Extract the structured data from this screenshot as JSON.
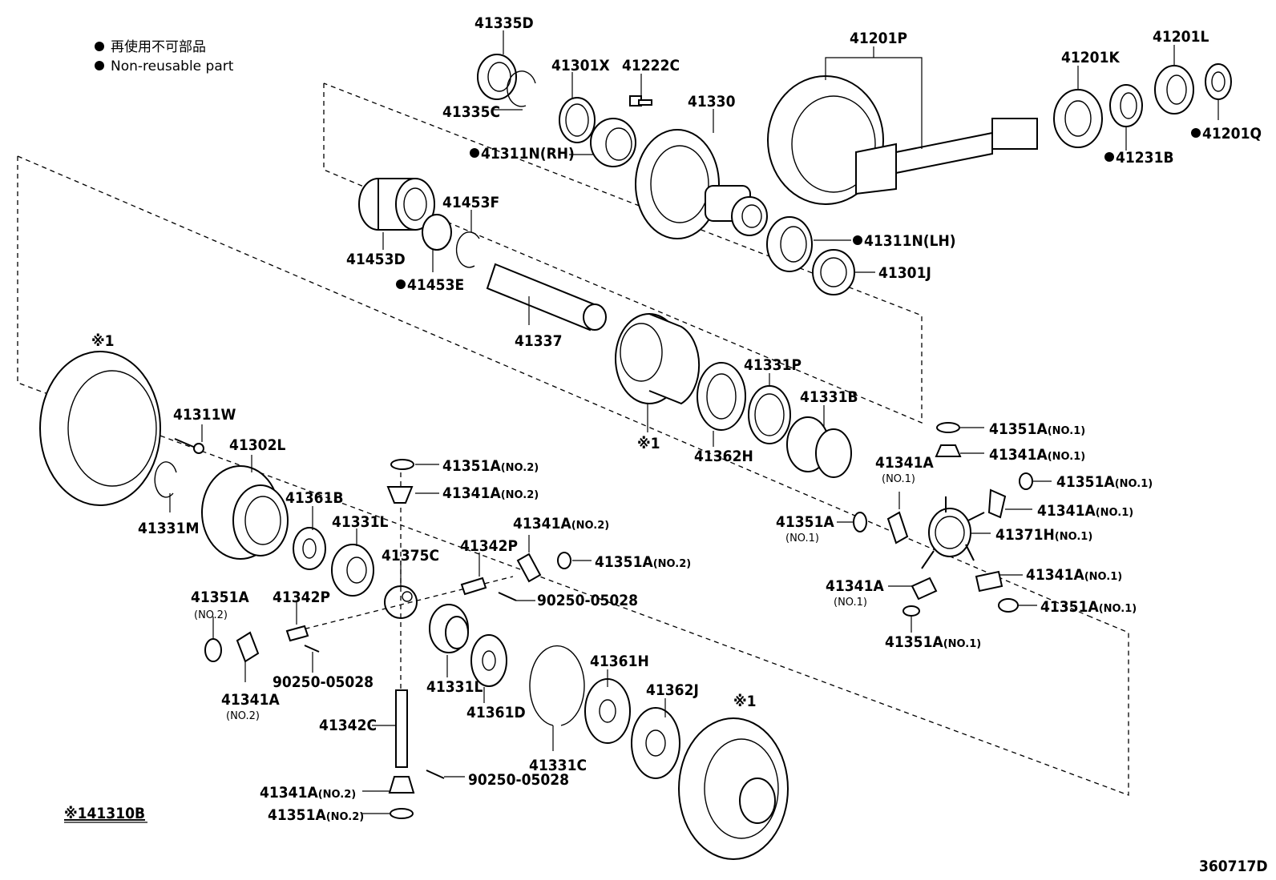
{
  "legend": {
    "line1": "再使用不可部品",
    "line2": "Non-reusable part"
  },
  "footer": {
    "assembly_note": "※141310B",
    "diagram_code": "360717D"
  },
  "ref_mark": "※1",
  "parts": {
    "p41335D": "41335D",
    "p41335C": "41335C",
    "p41301X": "41301X",
    "p41222C": "41222C",
    "p41311N_RH": "41311N(RH)",
    "p41330": "41330",
    "p41201P": "41201P",
    "p41201K": "41201K",
    "p41201L": "41201L",
    "p41201Q": "41201Q",
    "p41231B": "41231B",
    "p41453D": "41453D",
    "p41453F": "41453F",
    "p41453E": "41453E",
    "p41311N_LH": "41311N(LH)",
    "p41301J": "41301J",
    "p41337": "41337",
    "p41331P": "41331P",
    "p41331B": "41331B",
    "p41362H": "41362H",
    "p41311W": "41311W",
    "p41302L": "41302L",
    "p41331M": "41331M",
    "p41361B": "41361B",
    "p41331L_a": "41331L",
    "p41375C": "41375C",
    "p41342P_a": "41342P",
    "p41342P_b": "41342P",
    "p41341A_no2_a": "41341A",
    "p41341A_no2_b": "41341A",
    "p41341A_no2_c": "41341A",
    "p41341A_no2_d": "41341A",
    "p41351A_no2_a": "41351A",
    "p41351A_no2_b": "41351A",
    "p41351A_no2_c": "41351A",
    "p41351A_no2_d": "41351A",
    "p90250_a": "90250-05028",
    "p90250_b": "90250-05028",
    "p90250_c": "90250-05028",
    "p41331L_b": "41331L",
    "p41361D": "41361D",
    "p41342C": "41342C",
    "p41331C": "41331C",
    "p41361H": "41361H",
    "p41362J": "41362J",
    "p41351A_no1_a": "41351A",
    "p41341A_no1_a": "41341A",
    "p41341A_no1_b": "41341A",
    "p41351A_no1_b": "41351A",
    "p41351A_no1_c": "41351A",
    "p41341A_no1_c": "41341A",
    "p41371H": "41371H",
    "p41341A_no1_d": "41341A",
    "p41341A_no1_e": "41341A",
    "p41351A_no1_d": "41351A",
    "p41351A_no1_e": "41351A"
  },
  "suffix": {
    "no1": "(NO.1)",
    "no2": "(NO.2)"
  }
}
